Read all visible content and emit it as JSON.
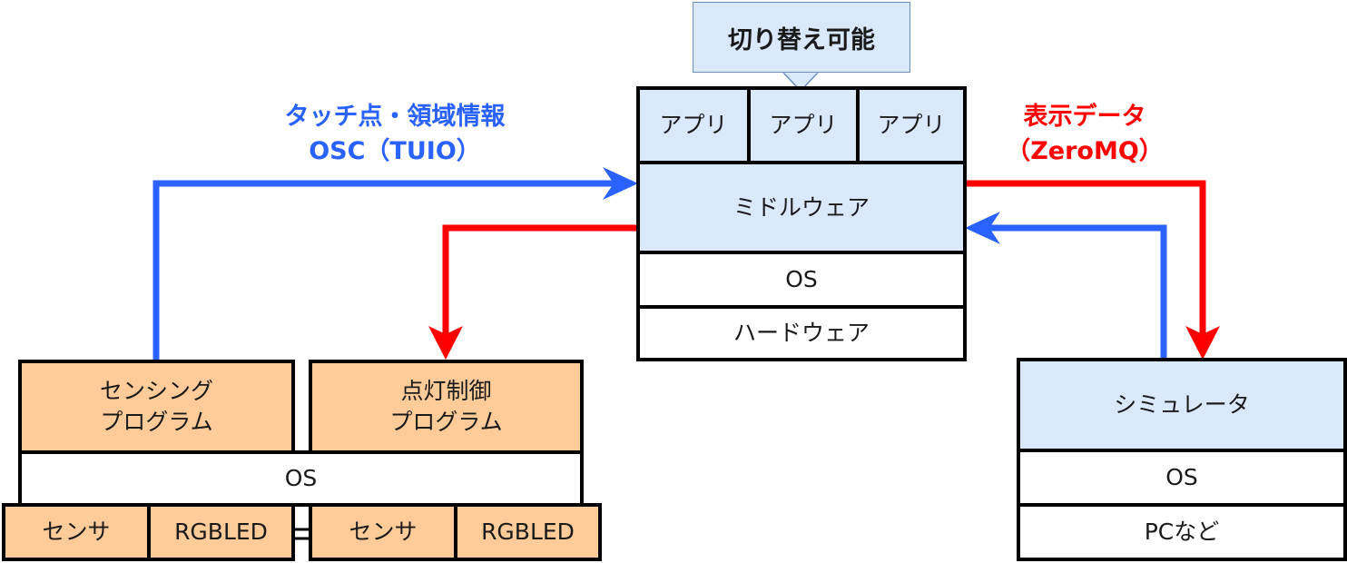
{
  "callout": {
    "text": "切り替え可能"
  },
  "labels": {
    "touch_line1": "タッチ点・領域情報",
    "touch_line2": "OSC（TUIO）",
    "display_line1": "表示データ",
    "display_line2": "（ZeroMQ）"
  },
  "middleware_stack": {
    "apps": [
      "アプリ",
      "アプリ",
      "アプリ"
    ],
    "middleware": "ミドルウェア",
    "os": "OS",
    "hardware": "ハードウェア"
  },
  "device_stack": {
    "sensing_program_line1": "センシング",
    "sensing_program_line2": "プログラム",
    "lighting_program_line1": "点灯制御",
    "lighting_program_line2": "プログラム",
    "os": "OS",
    "hardware": [
      "センサ",
      "RGBLED",
      "センサ",
      "RGBLED"
    ]
  },
  "simulator_stack": {
    "simulator": "シミュレータ",
    "os": "OS",
    "hardware": "PCなど"
  },
  "colors": {
    "blue_arrow": "#2962ff",
    "red_arrow": "#ff0000",
    "box_blue": "#dae8fc",
    "box_orange": "#ffcc99"
  }
}
